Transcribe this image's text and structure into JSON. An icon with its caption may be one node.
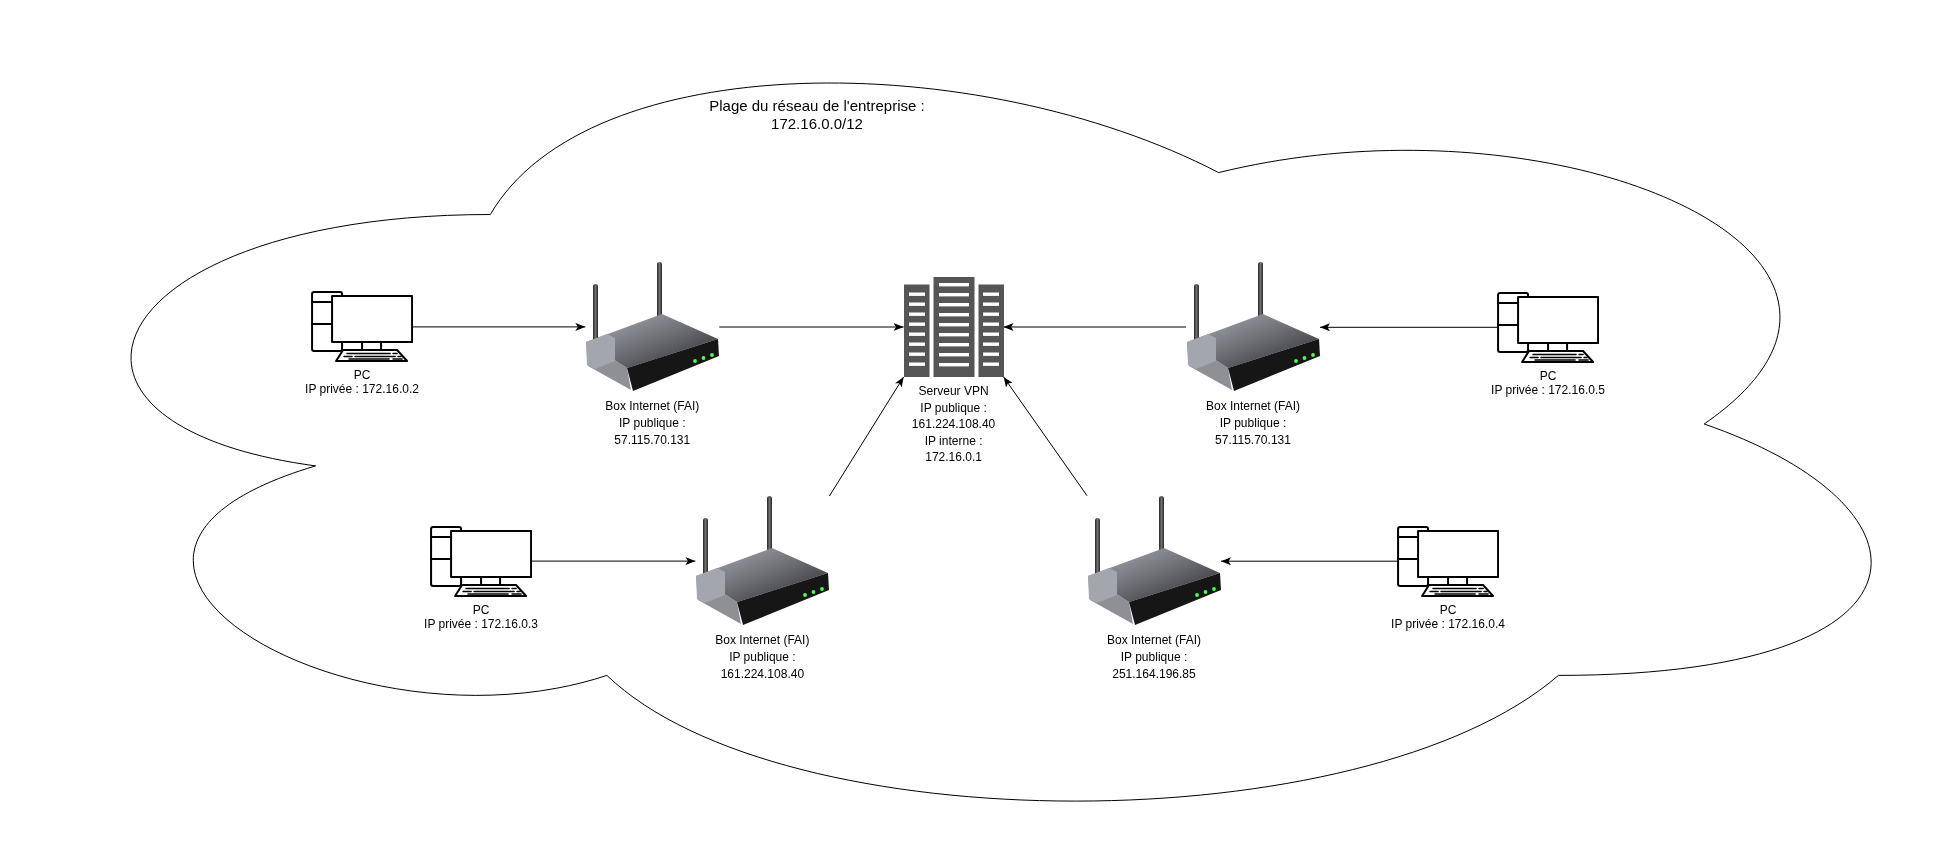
{
  "diagram": {
    "nodes": [
      {
        "text": [
          "Plage du réseau de l'entreprise : 172.16.0.0/12"
        ]
      },
      {
        "text": [
          "PC",
          "IP privée : 172.16.0.2"
        ],
        "in": 0
      },
      {
        "text": [
          "Box Internet (FAI)",
          "IP publique : 57.115.70.131"
        ],
        "in": 0
      },
      {
        "text": [
          "Serveur VPN",
          "IP publique : 161.224.108.40",
          "IP interne : 172.16.0.1"
        ],
        "in": 0
      },
      {
        "text": [
          "Box Internet (FAI)",
          "IP publique : 57.115.70.131"
        ],
        "in": 0
      },
      {
        "text": [
          "PC",
          "IP privée : 172.16.0.5"
        ],
        "in": 0
      },
      {
        "text": [
          "PC",
          "IP privée : 172.16.0.3"
        ],
        "in": 0
      },
      {
        "text": [
          "Box Internet (FAI)",
          "IP publique : 161.224.108.40"
        ],
        "in": 0
      },
      {
        "text": [
          "Box Internet (FAI)",
          "IP publique : 251.164.196.85"
        ],
        "in": 0
      },
      {
        "text": [
          "PC",
          "IP privée : 172.16.0.4"
        ],
        "in": 0
      }
    ],
    "edges": [
      {
        "from": 1,
        "to": 2,
        "arrow": "to"
      },
      {
        "from": 2,
        "to": 3,
        "arrow": "to"
      },
      {
        "from": 4,
        "to": 3,
        "arrow": "to"
      },
      {
        "from": 5,
        "to": 4,
        "arrow": "to"
      },
      {
        "from": 6,
        "to": 7,
        "arrow": "to"
      },
      {
        "from": 7,
        "to": 3,
        "arrow": "to"
      },
      {
        "from": 8,
        "to": 3,
        "arrow": "to"
      },
      {
        "from": 9,
        "to": 8,
        "arrow": "to"
      }
    ]
  }
}
